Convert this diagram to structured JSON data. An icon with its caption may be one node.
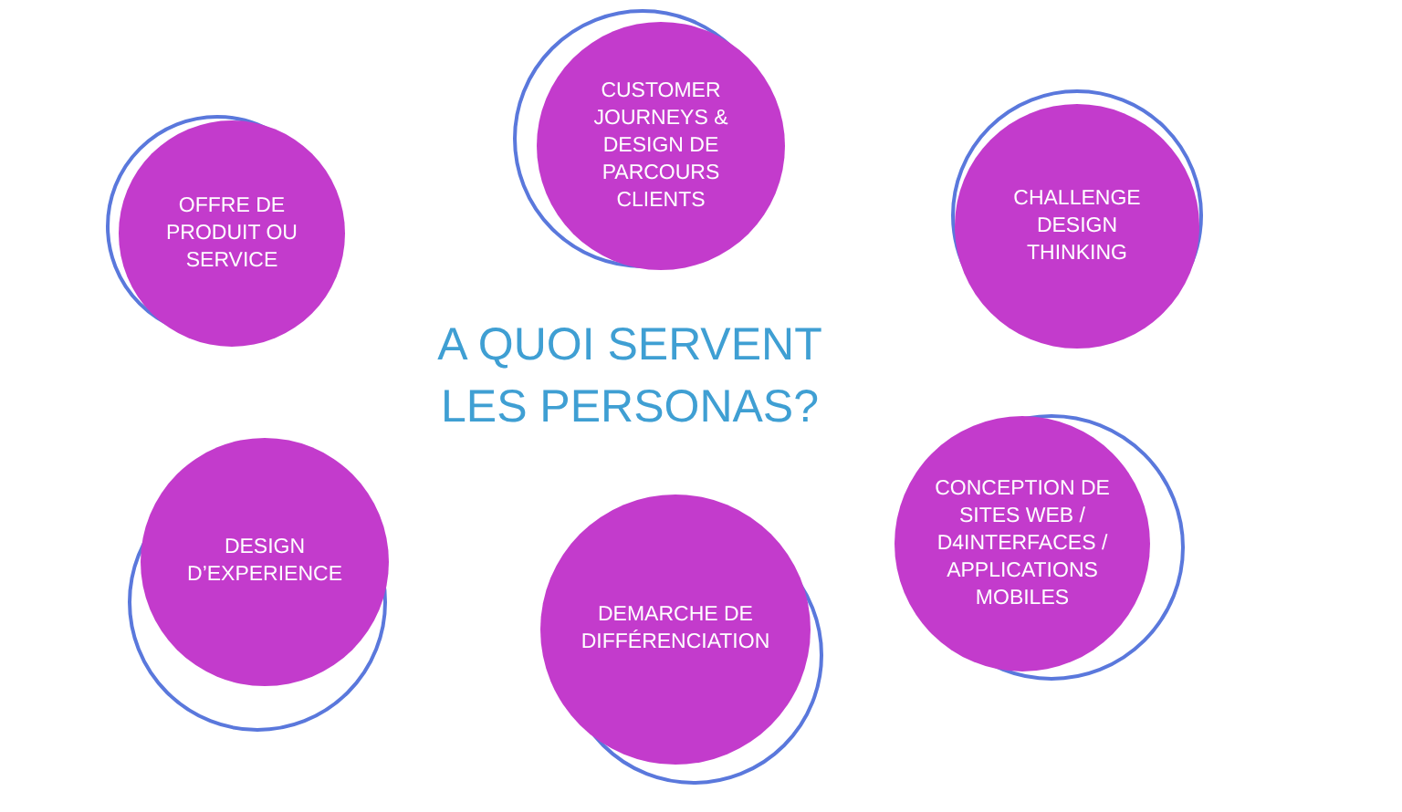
{
  "diagram": {
    "title": "A QUOI SERVENT LES PERSONAS?",
    "nodes": [
      {
        "text": [
          "OFFRE DE PRODUIT OU SERVICE"
        ]
      },
      {
        "text": [
          "CUSTOMER JOURNEYS & DESIGN DE PARCOURS CLIENTS"
        ]
      },
      {
        "text": [
          "CHALLENGE DESIGN THINKING"
        ]
      },
      {
        "text": [
          "DESIGN D’EXPERIENCE"
        ]
      },
      {
        "text": [
          "DEMARCHE DE DIFFÉRENCIATION"
        ]
      },
      {
        "text": [
          "CONCEPTION DE SITES WEB / D4INTERFACES / APPLICATIONS MOBILES"
        ]
      }
    ]
  }
}
